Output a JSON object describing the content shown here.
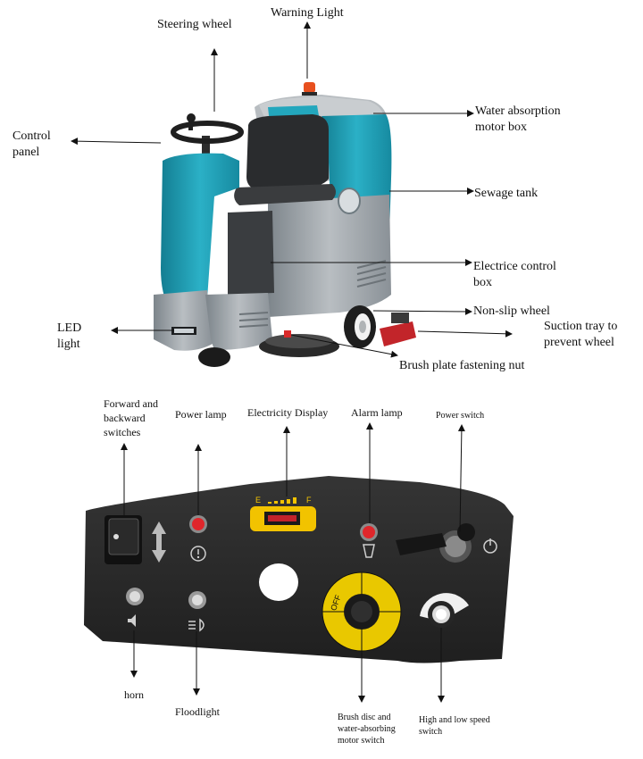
{
  "top_labels": {
    "steering_wheel": "Steering wheel",
    "warning_light": "Warning Light",
    "control_panel": "Control\npanel",
    "water_absorption": "Water absorption\nmotor box",
    "sewage_tank": "Sewage tank",
    "electric_control_box": "Electrice control\nbox",
    "non_slip_wheel": "Non-slip wheel",
    "suction_tray": "Suction tray to\nprevent wheel",
    "led_light": "LED\nlight",
    "brush_nut": "Brush plate fastening nut"
  },
  "panel_labels": {
    "forward_backward": "Forward and\nbackward\nswitches",
    "power_lamp": "Power lamp",
    "electricity_display": "Electricity Display",
    "alarm_lamp": "Alarm lamp",
    "power_switch": "Power switch",
    "horn": "horn",
    "floodlight": "Floodlight",
    "brush_disc": "Brush disc and\nwater-absorbing\nmotor switch",
    "speed_switch": "High and low speed\nswitch"
  },
  "panel_markings": {
    "display_e": "E",
    "display_f": "F",
    "knob_off": "OFF"
  },
  "colors": {
    "machine_teal": "#1e9bb0",
    "machine_grey": "#9aa1a7",
    "panel_black": "#2b2b2b",
    "lamp_red": "#e0262b",
    "display_yellow": "#f2c300",
    "knob_yellow": "#e9c800"
  }
}
